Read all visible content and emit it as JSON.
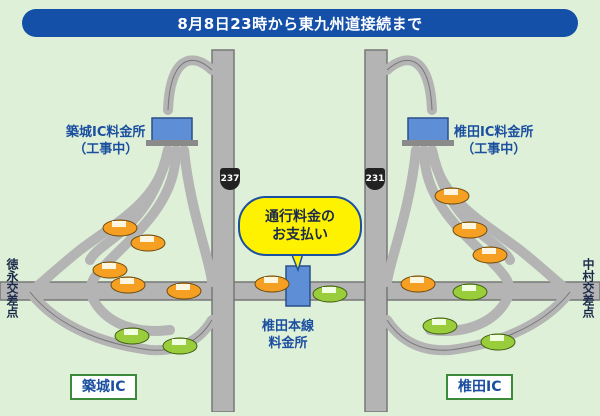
{
  "banner_text": "8月8日23時から東九州道接続まで",
  "labels": {
    "left_tollgate": "築城IC料金所",
    "left_tollgate_status": "（工事中）",
    "right_tollgate": "椎田IC料金所",
    "right_tollgate_status": "（工事中）",
    "main_tollgate_line1": "椎田本線",
    "main_tollgate_line2": "料金所",
    "callout_line1": "通行料金の",
    "callout_line2": "お支払い",
    "left_direction": "徳永交差点",
    "right_direction": "中村交差点",
    "left_ic": "築城IC",
    "right_ic": "椎田IC",
    "route_left": "237",
    "route_right": "231"
  },
  "colors": {
    "banner": "#1550a8",
    "road": "#b4b4b4",
    "road_edge": "#777777",
    "background": "#dff0d8",
    "car_orange": "#f5a022",
    "car_green": "#9acd3c",
    "tollbooth": "#5e8fd6",
    "callout": "#fff200"
  },
  "icons": [
    "route-shield-icon",
    "car-icon",
    "tollbooth-icon"
  ]
}
